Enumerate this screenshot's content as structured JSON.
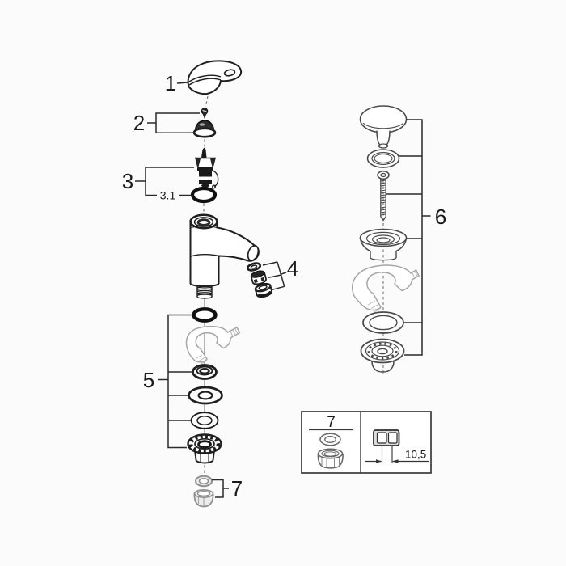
{
  "diagram": {
    "type": "exploded-parts-diagram",
    "subject": "basin tap with pop-up waste assembly",
    "callouts": {
      "n1": "1",
      "n2": "2",
      "n3": "3",
      "n3_1": "3.1",
      "n4": "4",
      "n5": "5",
      "n6": "6",
      "n7": "7"
    },
    "detail_box": {
      "heading": "7",
      "dimension": "10,5"
    },
    "colors": {
      "background": "#fbfbfb",
      "line_dark": "#1f1f1f",
      "line_medium": "#4a4a4a",
      "line_light": "#a6a6a6",
      "callout_text": "#1b1b1b"
    }
  }
}
